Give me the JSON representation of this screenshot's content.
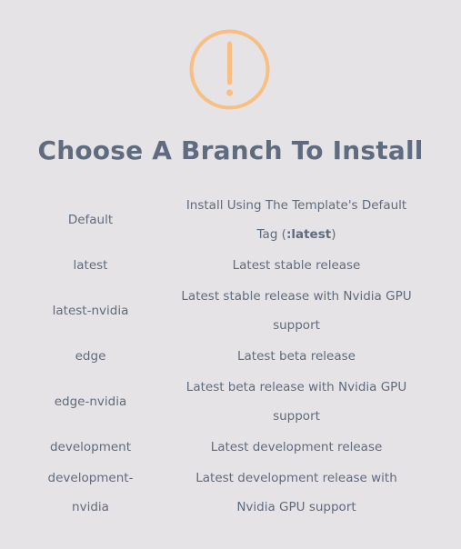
{
  "dialog": {
    "title": "Choose A Branch To Install",
    "icon": "exclamation-circle-icon",
    "accent_color": "#f8be82",
    "text_color": "#5f6b7e",
    "background_color": "#e5e3e6"
  },
  "branches": [
    {
      "name": "Default",
      "description_prefix": "Install Using The Template's Default Tag (",
      "description_tag": ":latest",
      "description_suffix": ")"
    },
    {
      "name": "latest",
      "description": "Latest stable release"
    },
    {
      "name": "latest-nvidia",
      "description": "Latest stable release with Nvidia GPU support"
    },
    {
      "name": "edge",
      "description": "Latest beta release"
    },
    {
      "name": "edge-nvidia",
      "description": "Latest beta release with Nvidia GPU support"
    },
    {
      "name": "development",
      "description": "Latest development release"
    },
    {
      "name": "development-nvidia",
      "description": "Latest development release with Nvidia GPU support"
    }
  ]
}
